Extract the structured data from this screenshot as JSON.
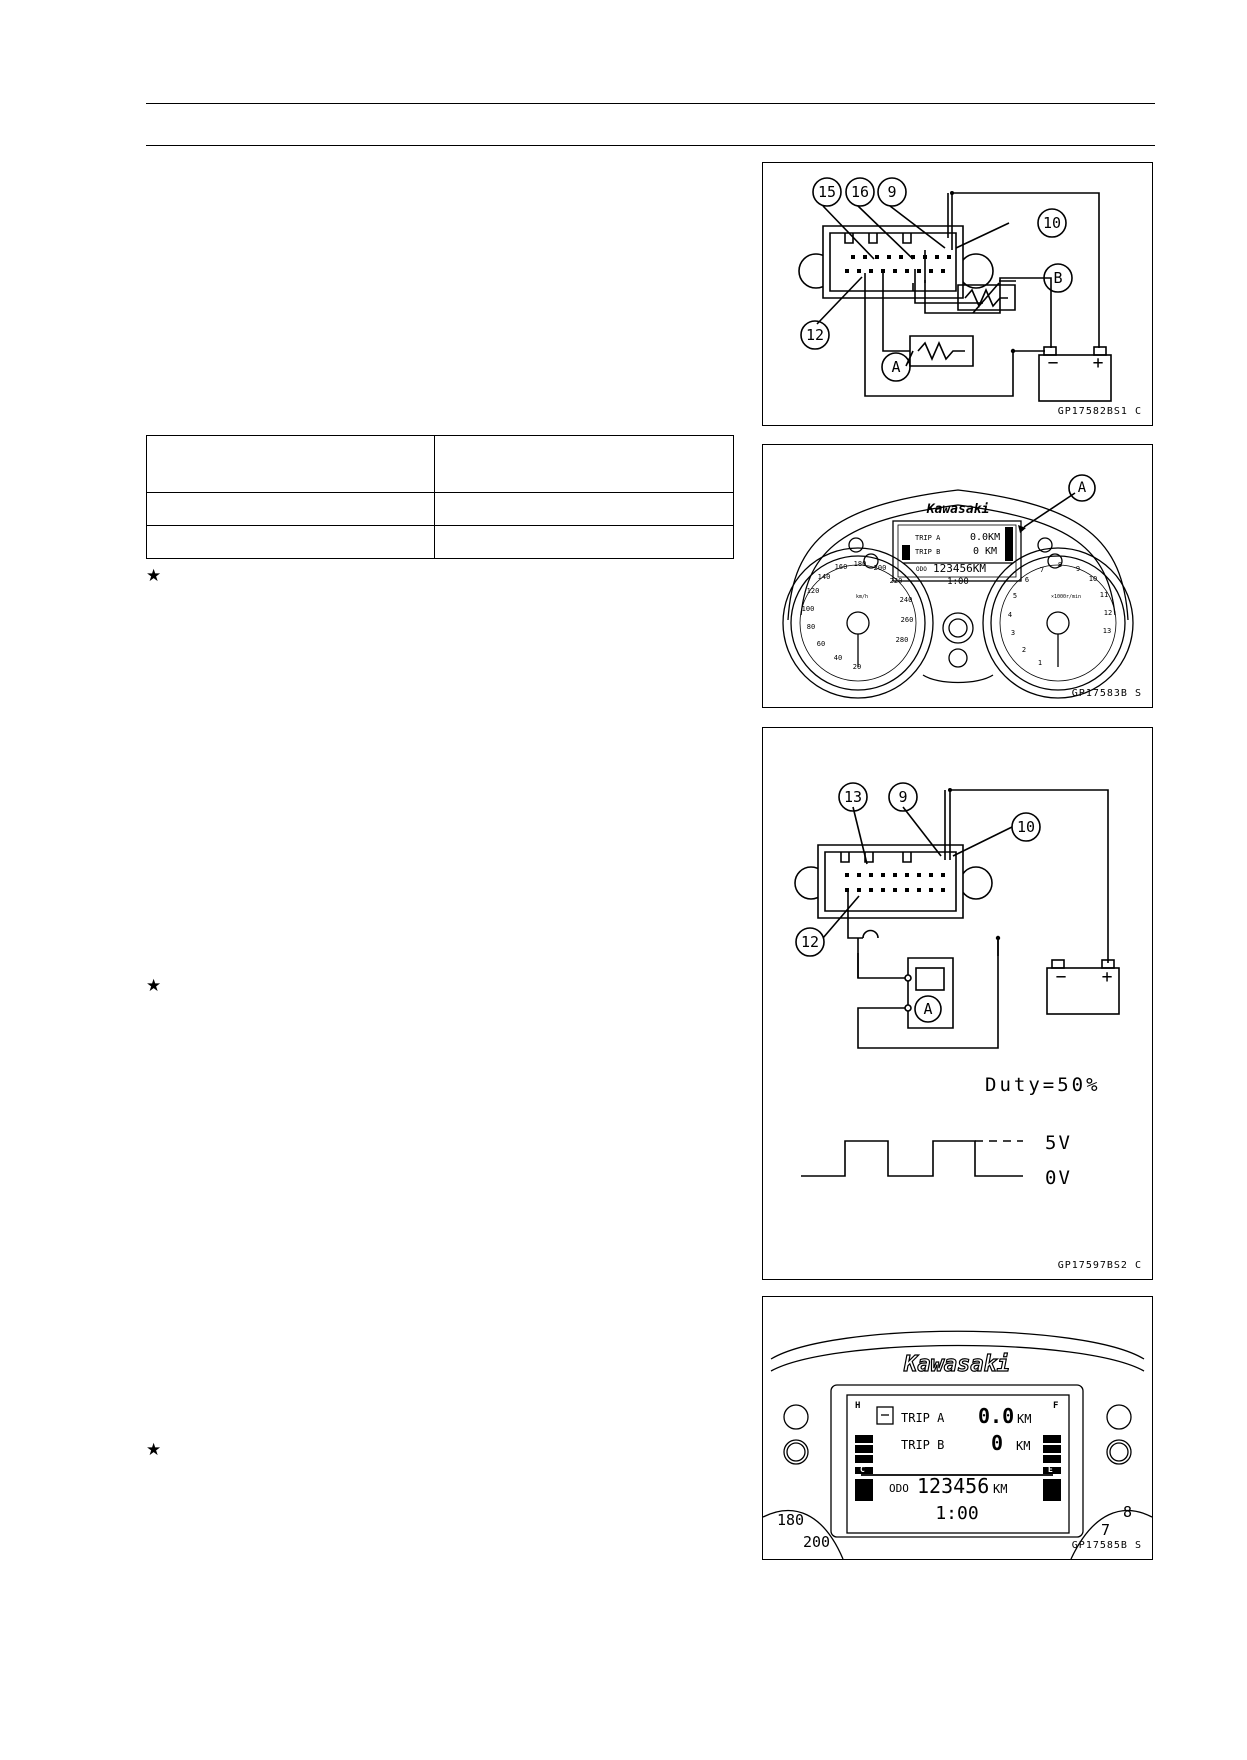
{
  "figures": {
    "fig1": {
      "caption": "GP17582BS1 C",
      "pins": [
        "15",
        "16",
        "9",
        "10",
        "12"
      ],
      "callouts": [
        "A",
        "B"
      ],
      "battery": {
        "minus": "−",
        "plus": "+"
      }
    },
    "fig2": {
      "caption": "GP17583B S",
      "callout": "A",
      "brand": "Kawasaki",
      "display": {
        "trip_a_label": "TRIP A",
        "trip_a_value": "0.0KM",
        "trip_b_label": "TRIP B",
        "trip_b_value": "0 KM",
        "odo_label": "ODO",
        "odo_value": "123456KM",
        "clock": "1:00"
      },
      "speedo_unit": "km/h",
      "speedo_ticks": [
        "20",
        "40",
        "60",
        "80",
        "100",
        "120",
        "140",
        "160",
        "180",
        "200",
        "220",
        "240",
        "260",
        "280"
      ],
      "tacho_unit": "×1000r/min",
      "tacho_ticks": [
        "1",
        "2",
        "3",
        "4",
        "5",
        "6",
        "7",
        "8",
        "9",
        "10",
        "11",
        "12",
        "13"
      ]
    },
    "fig3": {
      "caption": "GP17597BS2 C",
      "pins": [
        "13",
        "9",
        "10",
        "12"
      ],
      "callout": "A",
      "battery": {
        "minus": "−",
        "plus": "+"
      },
      "duty_label": "Duty=50%",
      "level_high": "5V",
      "level_low": "0V"
    },
    "fig4": {
      "caption": "GP17585B S",
      "brand": "Kawasaki",
      "display": {
        "corner_h": "H",
        "corner_f": "F",
        "gauge_c": "C",
        "gauge_e": "E",
        "trip_a_label": "TRIP A",
        "trip_a_value": "0.0",
        "trip_a_unit": "KM",
        "trip_b_label": "TRIP B",
        "trip_b_value": "0",
        "trip_b_unit": "KM",
        "odo_label": "ODO",
        "odo_value": "123456",
        "odo_unit": "KM",
        "clock": "1:00"
      },
      "dial_left": [
        "180",
        "200"
      ],
      "dial_right": [
        "7",
        "8"
      ]
    }
  },
  "notes": {
    "star": "★"
  }
}
